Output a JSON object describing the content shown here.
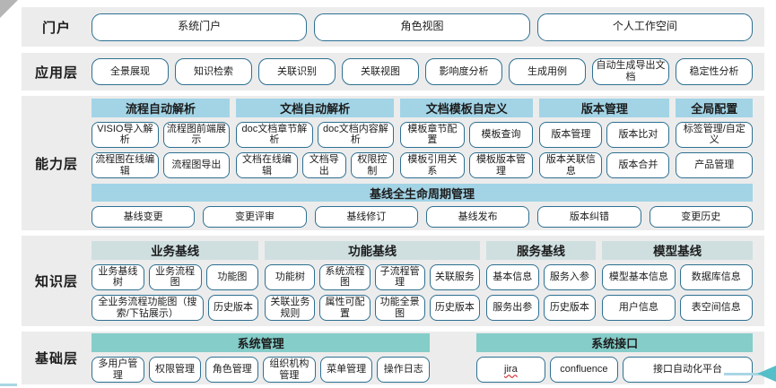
{
  "colors": {
    "row_bg": "#ececec",
    "header_blue": "#a2d4e6",
    "header_gray": "#cfdfe0",
    "header_teal": "#85cdc9",
    "button_border": "#2d7092",
    "button_bg": "#ffffff",
    "text": "#1c1c1c",
    "accent_line": "#a9d6e4",
    "arrow": "#55bfc9"
  },
  "layers": [
    {
      "id": "portal",
      "label": "门户",
      "buttons": [
        "系统门户",
        "角色视图",
        "个人工作空间"
      ]
    },
    {
      "id": "application",
      "label": "应用层",
      "buttons": [
        "全景展现",
        "知识检索",
        "关联识别",
        "关联视图",
        "影响度分析",
        "生成用例",
        "自动生成导出文档",
        "稳定性分析"
      ]
    },
    {
      "id": "capability",
      "label": "能力层",
      "groups": [
        {
          "title": "流程自动解析",
          "header_color": "blue",
          "flex": 155,
          "rows": [
            [
              "VISIO导入解析",
              "流程图前端展示"
            ],
            [
              "流程图在线编辑",
              "流程图导出"
            ]
          ]
        },
        {
          "title": "文档自动解析",
          "header_color": "blue",
          "flex": 177,
          "rows": [
            [
              "doc文档章节解析",
              "doc文档内容解析"
            ],
            [
              {
                "label": "文档在线编辑",
                "flex": 1.5
              },
              "文档导出",
              "权限控制"
            ]
          ]
        },
        {
          "title": "文档模板自定义",
          "header_color": "blue",
          "flex": 149,
          "rows": [
            [
              "模板章节配置",
              "模板查询"
            ],
            [
              "模板引用关系",
              "模板版本管理"
            ]
          ]
        },
        {
          "title": "版本管理",
          "header_color": "blue",
          "flex": 146,
          "rows": [
            [
              "版本管理",
              "版本比对"
            ],
            [
              "版本关联信息",
              "版本合并"
            ]
          ]
        },
        {
          "title": "全局配置",
          "header_color": "blue",
          "flex": 86,
          "rows": [
            [
              "标签管理/自定义"
            ],
            [
              "产品管理"
            ]
          ]
        }
      ],
      "banner": {
        "title": "基线全生命周期管理",
        "header_color": "blue",
        "buttons": [
          "基线变更",
          "变更评审",
          "基线修订",
          "基线发布",
          "版本纠错",
          "变更历史"
        ]
      }
    },
    {
      "id": "knowledge",
      "label": "知识层",
      "groups": [
        {
          "title": "业务基线",
          "header_color": "gray",
          "flex": 192,
          "rows": [
            [
              "业务基线树",
              "业务流程图",
              "功能图"
            ],
            [
              {
                "label": "全业务流程功能图（搜索/下钻展示）",
                "flex": 2.4
              },
              "历史版本"
            ]
          ]
        },
        {
          "title": "功能基线",
          "header_color": "gray",
          "flex": 247,
          "rows": [
            [
              "功能树",
              "系统流程图",
              "子流程管理",
              "关联服务"
            ],
            [
              "关联业务规则",
              "属性可配置",
              "功能全景图",
              "历史版本"
            ]
          ]
        },
        {
          "title": "服务基线",
          "header_color": "gray",
          "flex": 126,
          "rows": [
            [
              "基本信息",
              "服务入参"
            ],
            [
              "服务出参",
              "历史版本"
            ]
          ]
        },
        {
          "title": "模型基线",
          "header_color": "gray",
          "flex": 173,
          "rows": [
            [
              "模型基本信息",
              "数据库信息"
            ],
            [
              "用户信息",
              "表空间信息"
            ]
          ]
        }
      ]
    },
    {
      "id": "foundation",
      "label": "基础层",
      "groups": [
        {
          "title": "系统管理",
          "header_color": "teal",
          "flex": 370,
          "rows": [
            [
              "多用户管理",
              "权限管理",
              "角色管理",
              "组织机构管理",
              "菜单管理",
              "操作日志"
            ]
          ]
        },
        {
          "title": "系统接口",
          "header_color": "teal",
          "flex": 302,
          "rows": [
            [
              {
                "label": "jira",
                "spellcheck_underline": true
              },
              "confluence",
              {
                "label": "接口自动化平台",
                "flex": 2
              }
            ]
          ]
        }
      ]
    }
  ]
}
